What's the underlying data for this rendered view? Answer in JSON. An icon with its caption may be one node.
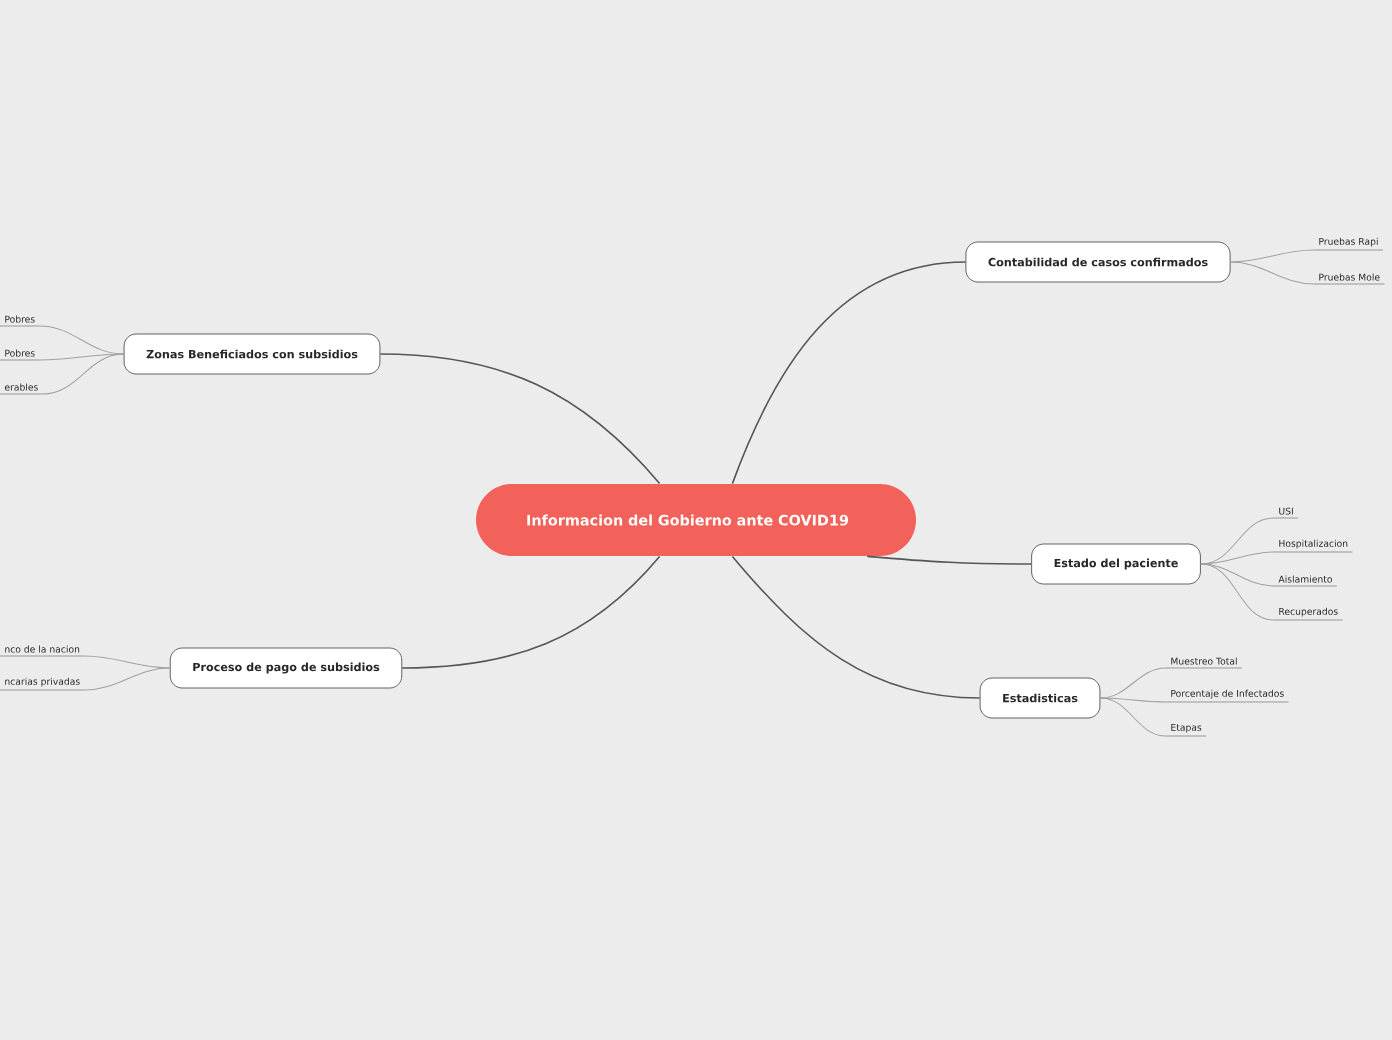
{
  "diagram": {
    "nodes": [
      {
        "text": [
          "Informacion del Gobierno ante COVID19"
        ]
      },
      {
        "text": [
          "Zonas Beneficiados con subsidios"
        ]
      },
      {
        "text": [
          "Pobres"
        ]
      },
      {
        "text": [
          "Pobres"
        ]
      },
      {
        "text": [
          "erables"
        ]
      },
      {
        "text": [
          "Proceso de pago de subsidios"
        ]
      },
      {
        "text": [
          "nco de la nacion"
        ]
      },
      {
        "text": [
          "ncarias privadas"
        ]
      },
      {
        "text": [
          "Contabilidad de casos confirmados"
        ]
      },
      {
        "text": [
          "Pruebas Rapi"
        ]
      },
      {
        "text": [
          "Pruebas Mole"
        ]
      },
      {
        "text": [
          "Estado del paciente"
        ]
      },
      {
        "text": [
          "USI"
        ]
      },
      {
        "text": [
          "Hospitalizacion"
        ]
      },
      {
        "text": [
          "Aislamiento"
        ]
      },
      {
        "text": [
          "Recuperados"
        ]
      },
      {
        "text": [
          "Estadisticas"
        ]
      },
      {
        "text": [
          "Muestreo Total"
        ]
      },
      {
        "text": [
          "Porcentaje de Infectados"
        ]
      },
      {
        "text": [
          "Etapas"
        ]
      }
    ],
    "edges": [
      {
        "from": 0,
        "to": 1,
        "arrow": "none",
        "color": "#555555"
      },
      {
        "from": 1,
        "to": 2,
        "arrow": "none"
      },
      {
        "from": 1,
        "to": 3,
        "arrow": "none"
      },
      {
        "from": 1,
        "to": 4,
        "arrow": "none"
      },
      {
        "from": 0,
        "to": 5,
        "arrow": "none",
        "color": "#555555"
      },
      {
        "from": 5,
        "to": 6,
        "arrow": "none"
      },
      {
        "from": 5,
        "to": 7,
        "arrow": "none"
      },
      {
        "from": 0,
        "to": 8,
        "arrow": "none",
        "color": "#555555"
      },
      {
        "from": 8,
        "to": 9,
        "arrow": "none"
      },
      {
        "from": 8,
        "to": 10,
        "arrow": "none"
      },
      {
        "from": 0,
        "to": 11,
        "arrow": "none",
        "color": "#555555"
      },
      {
        "from": 11,
        "to": 12,
        "arrow": "none"
      },
      {
        "from": 11,
        "to": 13,
        "arrow": "none"
      },
      {
        "from": 11,
        "to": 14,
        "arrow": "none"
      },
      {
        "from": 11,
        "to": 15,
        "arrow": "none"
      },
      {
        "from": 0,
        "to": 16,
        "arrow": "none",
        "color": "#555555"
      },
      {
        "from": 16,
        "to": 17,
        "arrow": "none"
      },
      {
        "from": 16,
        "to": 18,
        "arrow": "none"
      },
      {
        "from": 16,
        "to": 19,
        "arrow": "none"
      }
    ]
  }
}
